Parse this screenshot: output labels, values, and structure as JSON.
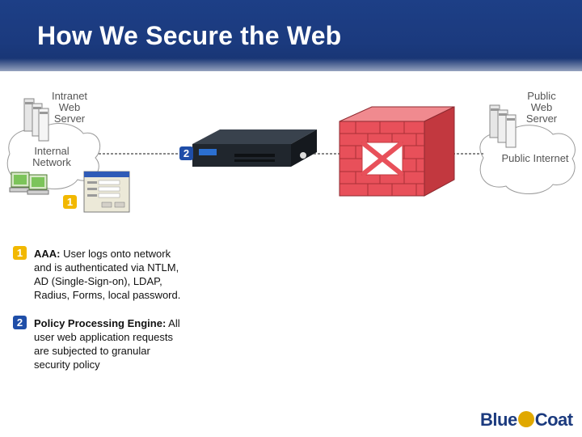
{
  "title": "How We Secure the Web",
  "diagram": {
    "intranet_server": [
      "Intranet",
      "Web",
      "Server"
    ],
    "internal_network": [
      "Internal",
      "Network"
    ],
    "public_server": [
      "Public",
      "Web",
      "Server"
    ],
    "public_internet": "Public Internet",
    "step_markers": [
      "1",
      "2"
    ]
  },
  "steps": [
    {
      "number": "1",
      "bold": "AAA:",
      "text": " User logs onto network and is authenticated via NTLM, AD (Single-Sign-on), LDAP, Radius, Forms, local password."
    },
    {
      "number": "2",
      "bold": "Policy Processing Engine:",
      "text": " All user web application requests are subjected to granular security policy"
    }
  ],
  "logo": {
    "left": "Blue",
    "right": "Coat"
  },
  "colors": {
    "title_bar": "#1b3a7e",
    "step1": "#f2b800",
    "step2": "#1f4ea8",
    "firewall": "#e8505a"
  }
}
